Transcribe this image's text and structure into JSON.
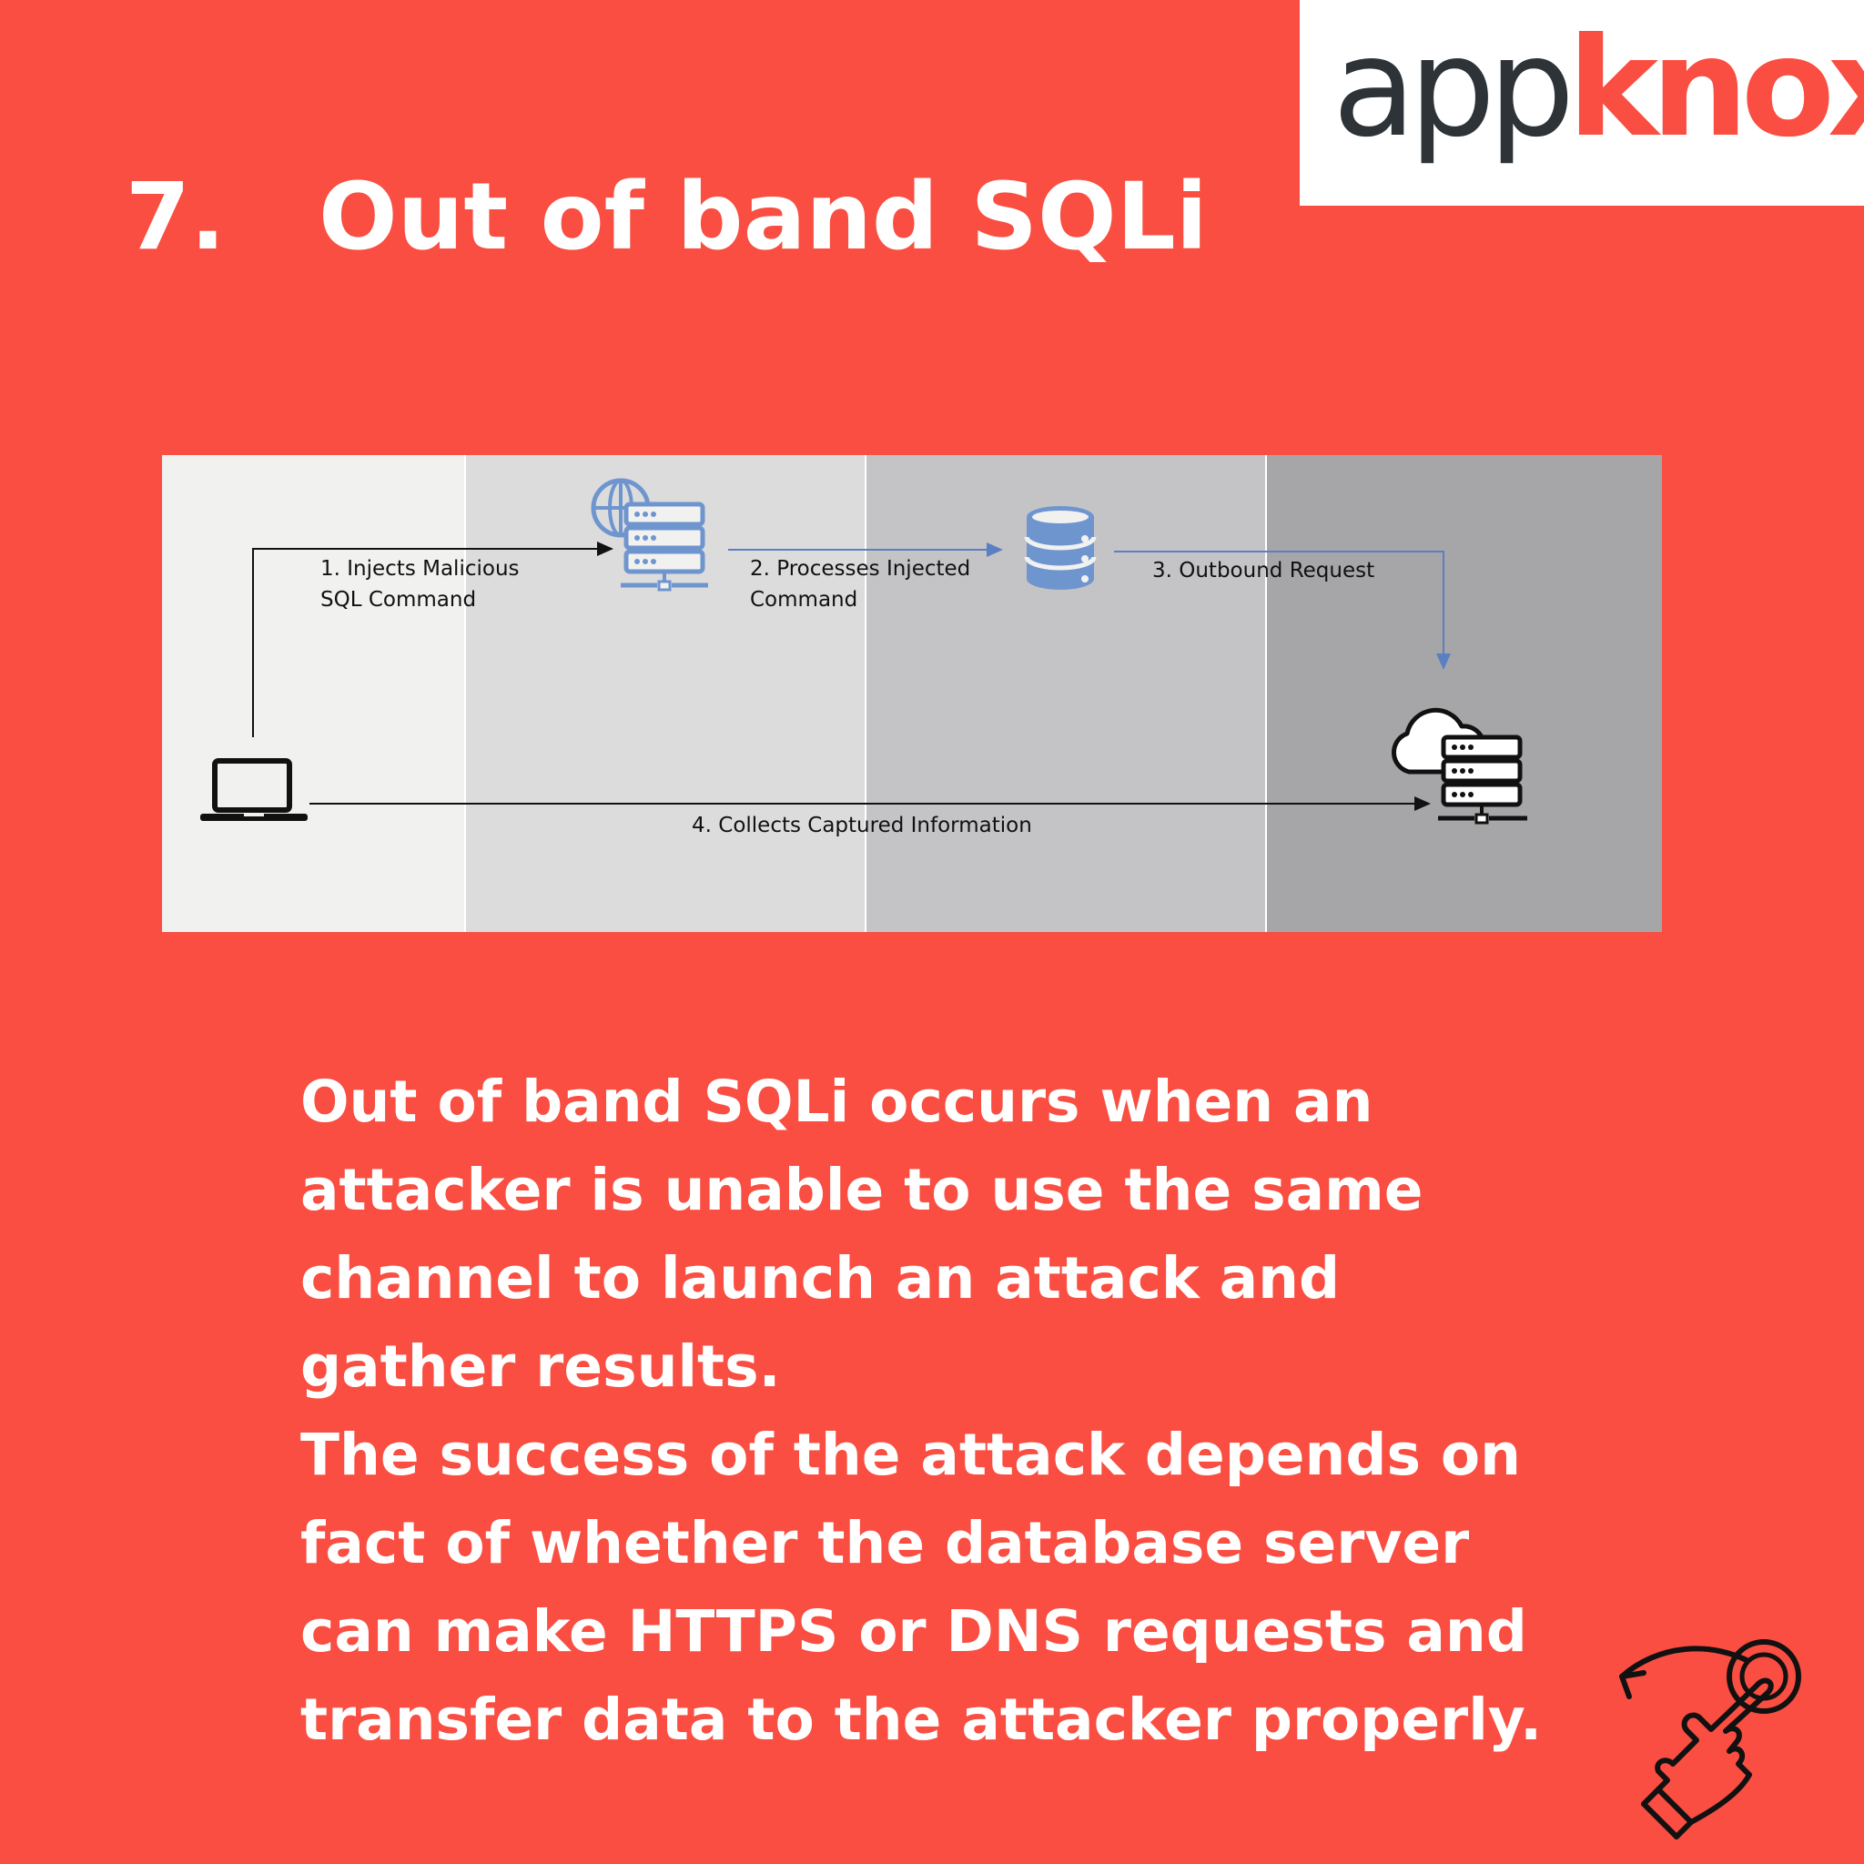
{
  "logo": {
    "part1": "app",
    "part2": "knox"
  },
  "title": {
    "number": "7.",
    "text": "Out of band SQLi"
  },
  "diagram": {
    "step1": [
      "1. Injects Malicious",
      "SQL Command"
    ],
    "step2": [
      "2. Processes Injected",
      "Command"
    ],
    "step3": "3. Outbound Request",
    "step4": "4. Collects Captured Information"
  },
  "body": {
    "lines": [
      "Out of band SQLi occurs when an",
      "attacker is unable to use the same",
      "channel to launch an attack and",
      "gather results.",
      "The success of the attack depends on",
      "fact of whether the database server",
      "can make HTTPS or DNS requests and",
      "transfer data to the attacker properly."
    ]
  },
  "colors": {
    "background": "#f94e41",
    "text": "#ffffff",
    "logo_dark": "#2e3338",
    "icon_blue": "#6f95cf"
  },
  "icons": [
    "web-server-icon",
    "database-icon",
    "cloud-server-icon",
    "laptop-icon",
    "swipe-hand-icon"
  ]
}
